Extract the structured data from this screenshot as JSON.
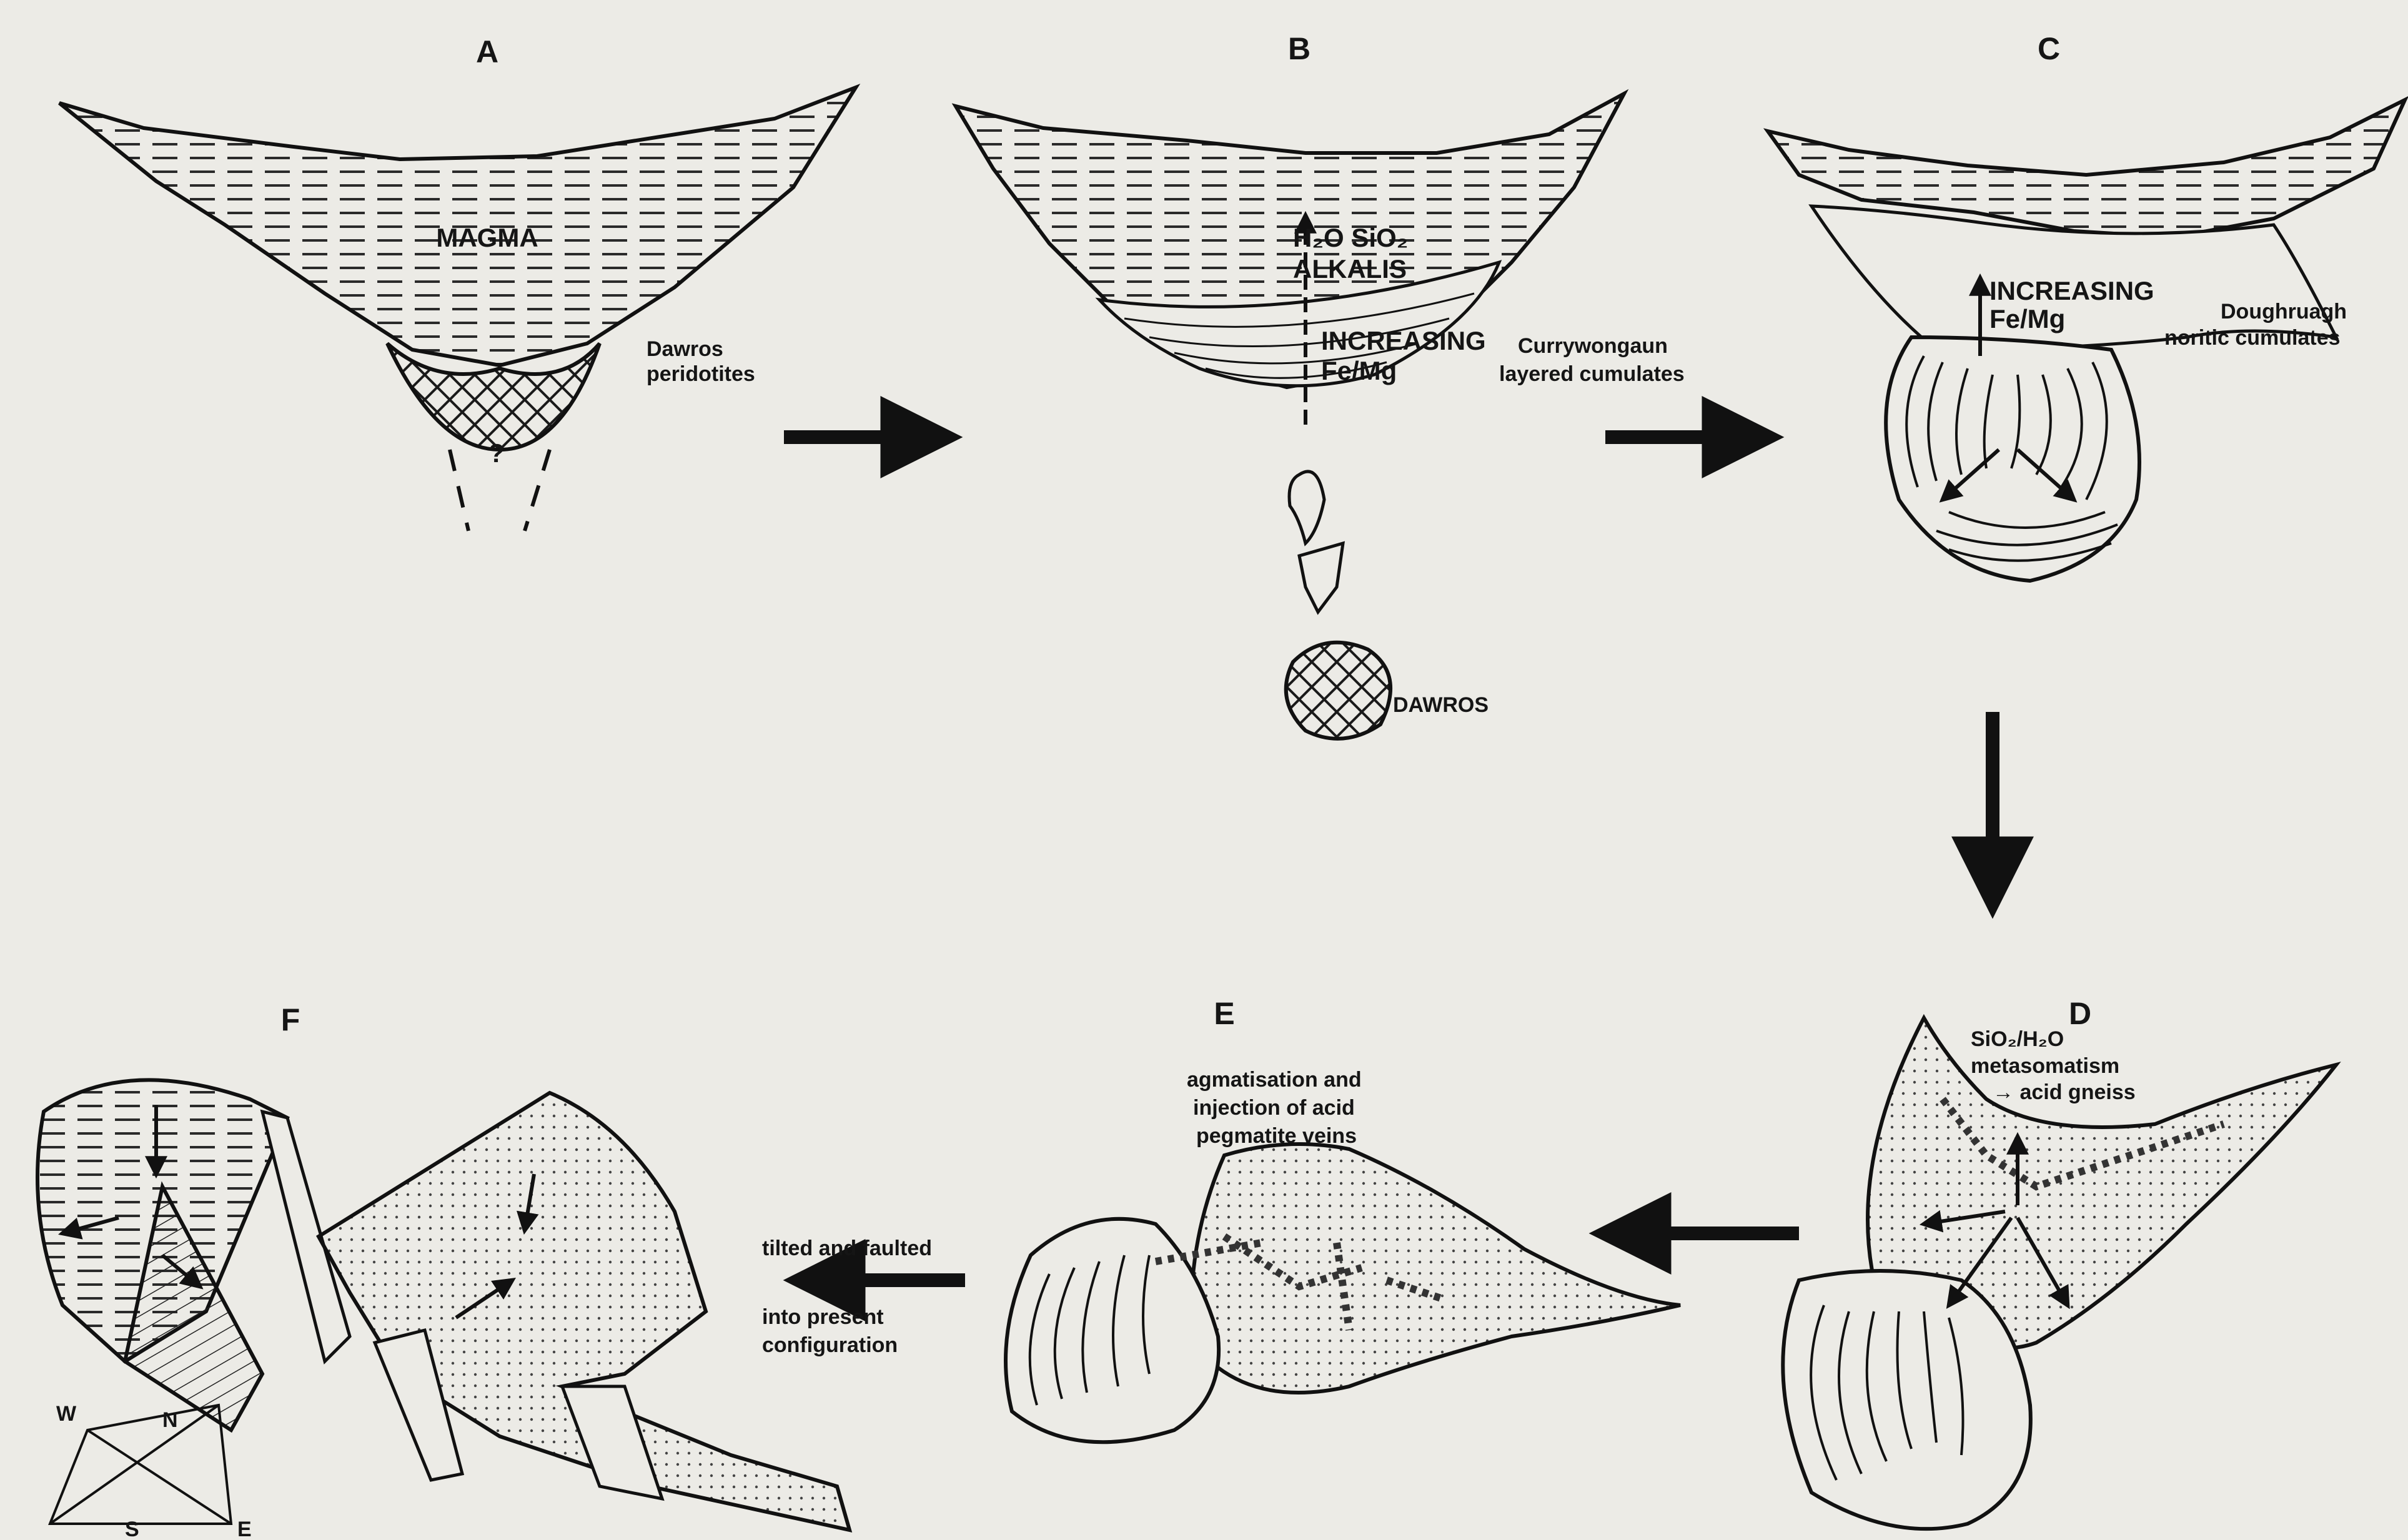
{
  "panels": {
    "a": "A",
    "b": "B",
    "c": "C",
    "d": "D",
    "e": "E",
    "f": "F"
  },
  "labels": {
    "magma": "MAGMA",
    "dawros_1": "Dawros",
    "dawros_2": "peridotites",
    "question": "?",
    "h2o_sio2": "H₂O SiO₂",
    "alkalis": "ALKALIS",
    "increasing_b": "INCREASING",
    "femg_b": "Fe/Mg",
    "curry_1": "Currywongaun",
    "curry_2": "layered cumulates",
    "dawros_caps": "DAWROS",
    "increasing_c": "INCREASING",
    "femg_c": "Fe/Mg",
    "dough_1": "Doughruagh",
    "dough_2": "noritic cumulates",
    "sio2h2o": "SiO₂/H₂O",
    "metasomatism": "metasomatism",
    "acid_gneiss": "→ acid gneiss",
    "agmat_1": "agmatisation and",
    "agmat_2": "injection of acid",
    "agmat_3": "pegmatite veins",
    "tilted": "tilted and faulted",
    "into_1": "into present",
    "into_2": "configuration",
    "compass_w": "W",
    "compass_n": "N",
    "compass_s": "S",
    "compass_e": "E"
  }
}
